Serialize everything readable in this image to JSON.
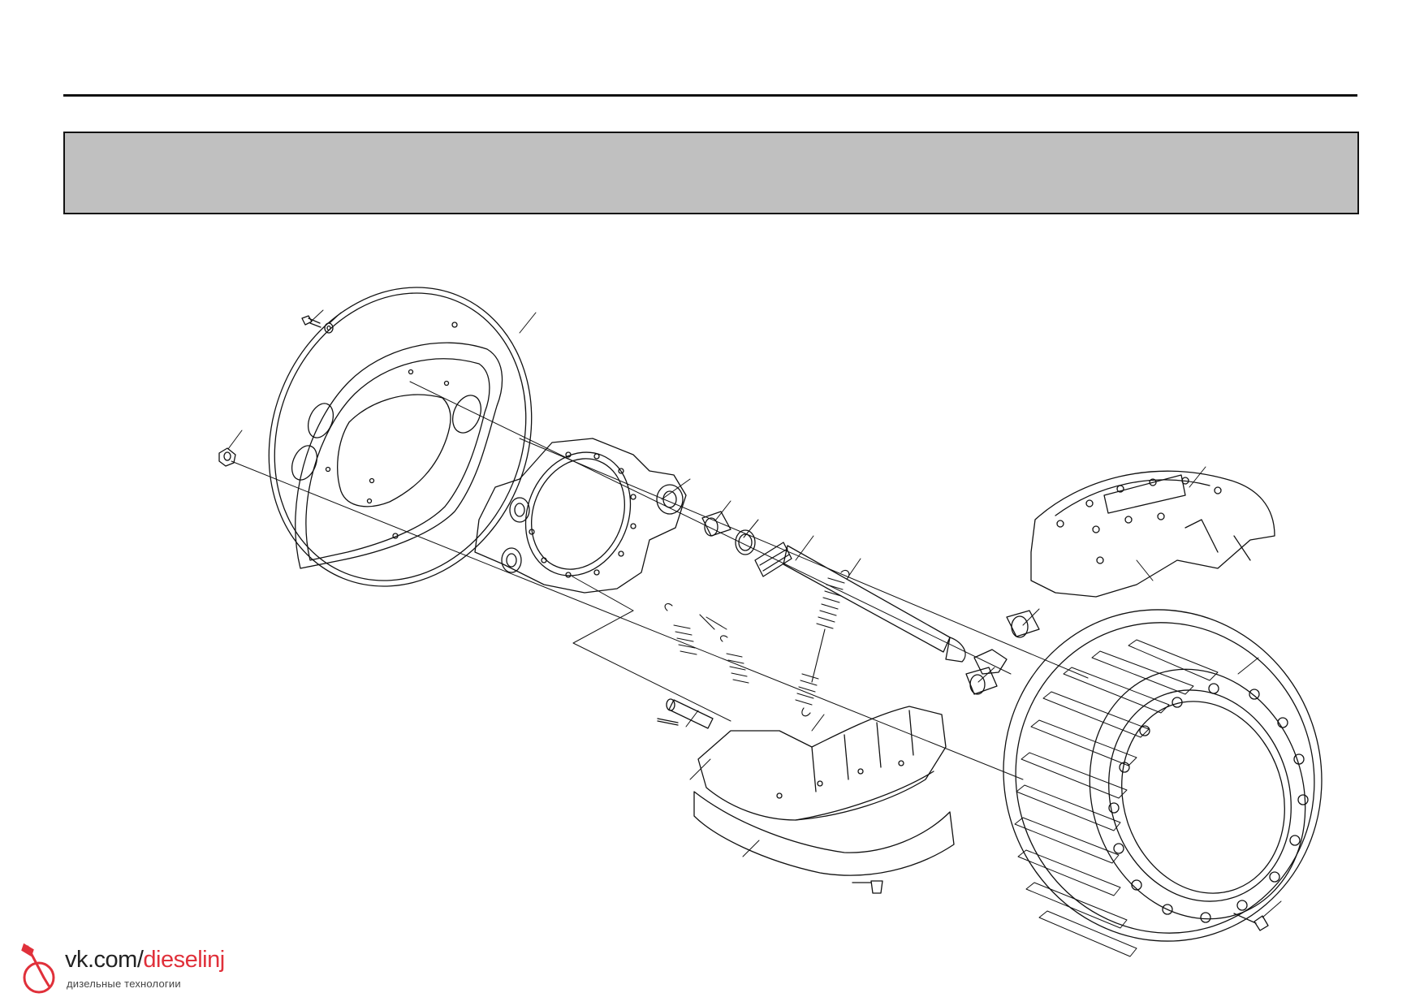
{
  "watermark": {
    "site": "vk.com/",
    "handle": "dieselinj",
    "subtitle": "дизельные технологии",
    "accent_color": "#e0303a"
  },
  "colors": {
    "header_band": "#c0c0c0",
    "line": "#111111"
  }
}
